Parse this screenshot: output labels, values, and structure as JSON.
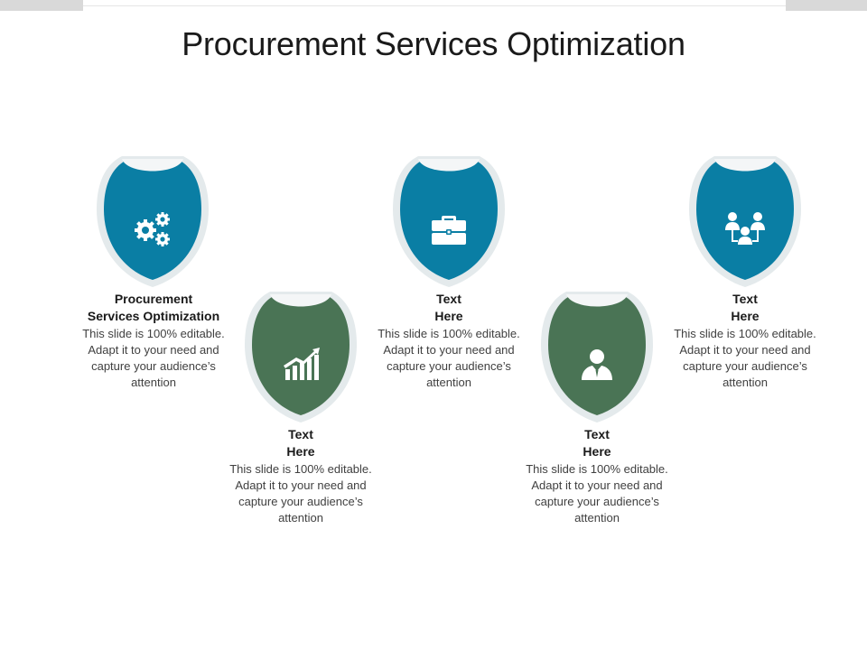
{
  "slide": {
    "title": "Procurement Services Optimization"
  },
  "colors": {
    "blue": "#0a7ea4",
    "green": "#4a7455",
    "rim": "#e4eaec",
    "cap": "#f4f6f7"
  },
  "items": [
    {
      "color": "blue",
      "icon": "gears-icon",
      "heading_line1": "Procurement",
      "heading_line2": "Services Optimization",
      "body": "This slide is 100% editable. Adapt it to your need and capture your audience’s attention"
    },
    {
      "color": "green",
      "icon": "bar-chart-growth-icon",
      "heading_line1": "Text",
      "heading_line2": "Here",
      "body": "This slide is 100% editable. Adapt it to your need and capture your audience’s attention"
    },
    {
      "color": "blue",
      "icon": "briefcase-icon",
      "heading_line1": "Text",
      "heading_line2": "Here",
      "body": "This slide is 100% editable. Adapt it to your need and capture your audience’s attention"
    },
    {
      "color": "green",
      "icon": "businessman-icon",
      "heading_line1": "Text",
      "heading_line2": "Here",
      "body": "This slide is 100% editable. Adapt it to your need and capture your audience’s attention"
    },
    {
      "color": "blue",
      "icon": "team-network-icon",
      "heading_line1": "Text",
      "heading_line2": "Here",
      "body": "This slide is 100% editable. Adapt it to your need and capture your audience’s attention"
    }
  ]
}
